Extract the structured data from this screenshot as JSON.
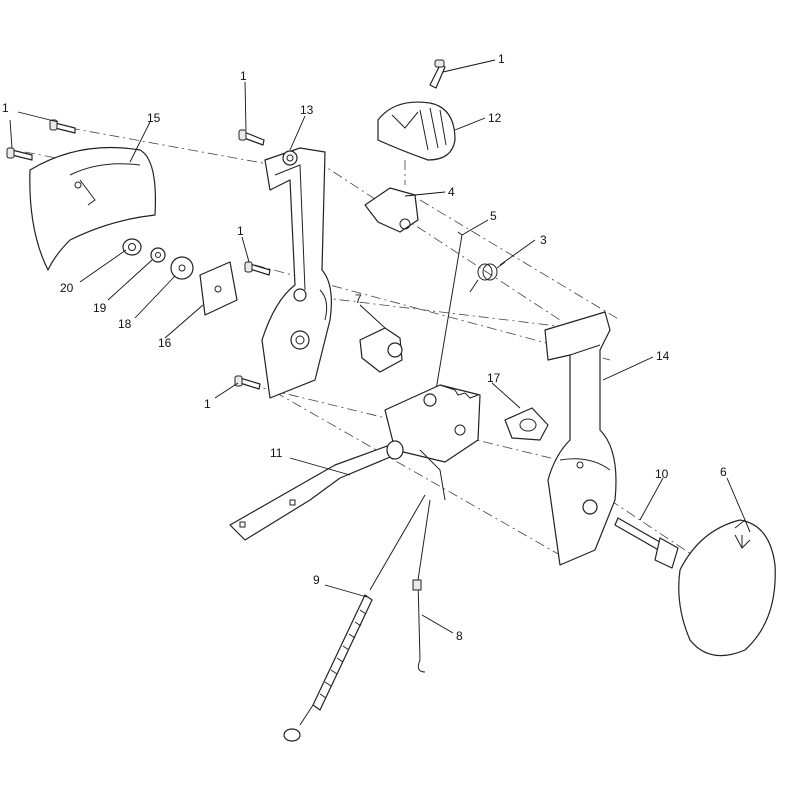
{
  "callouts": {
    "c1a": "1",
    "c1b": "1",
    "c1c": "1",
    "c1d": "1",
    "c1e": "1",
    "c3": "3",
    "c4": "4",
    "c5": "5",
    "c6": "6",
    "c7": "7",
    "c8": "8",
    "c9": "9",
    "c10": "10",
    "c11": "11",
    "c12": "12",
    "c13": "13",
    "c14": "14",
    "c15": "15",
    "c16": "16",
    "c17": "17",
    "c18": "18",
    "c19": "19",
    "c20": "20"
  },
  "colors": {
    "line": "#222222",
    "shade": "#e9e9e9",
    "background": "#ffffff"
  }
}
